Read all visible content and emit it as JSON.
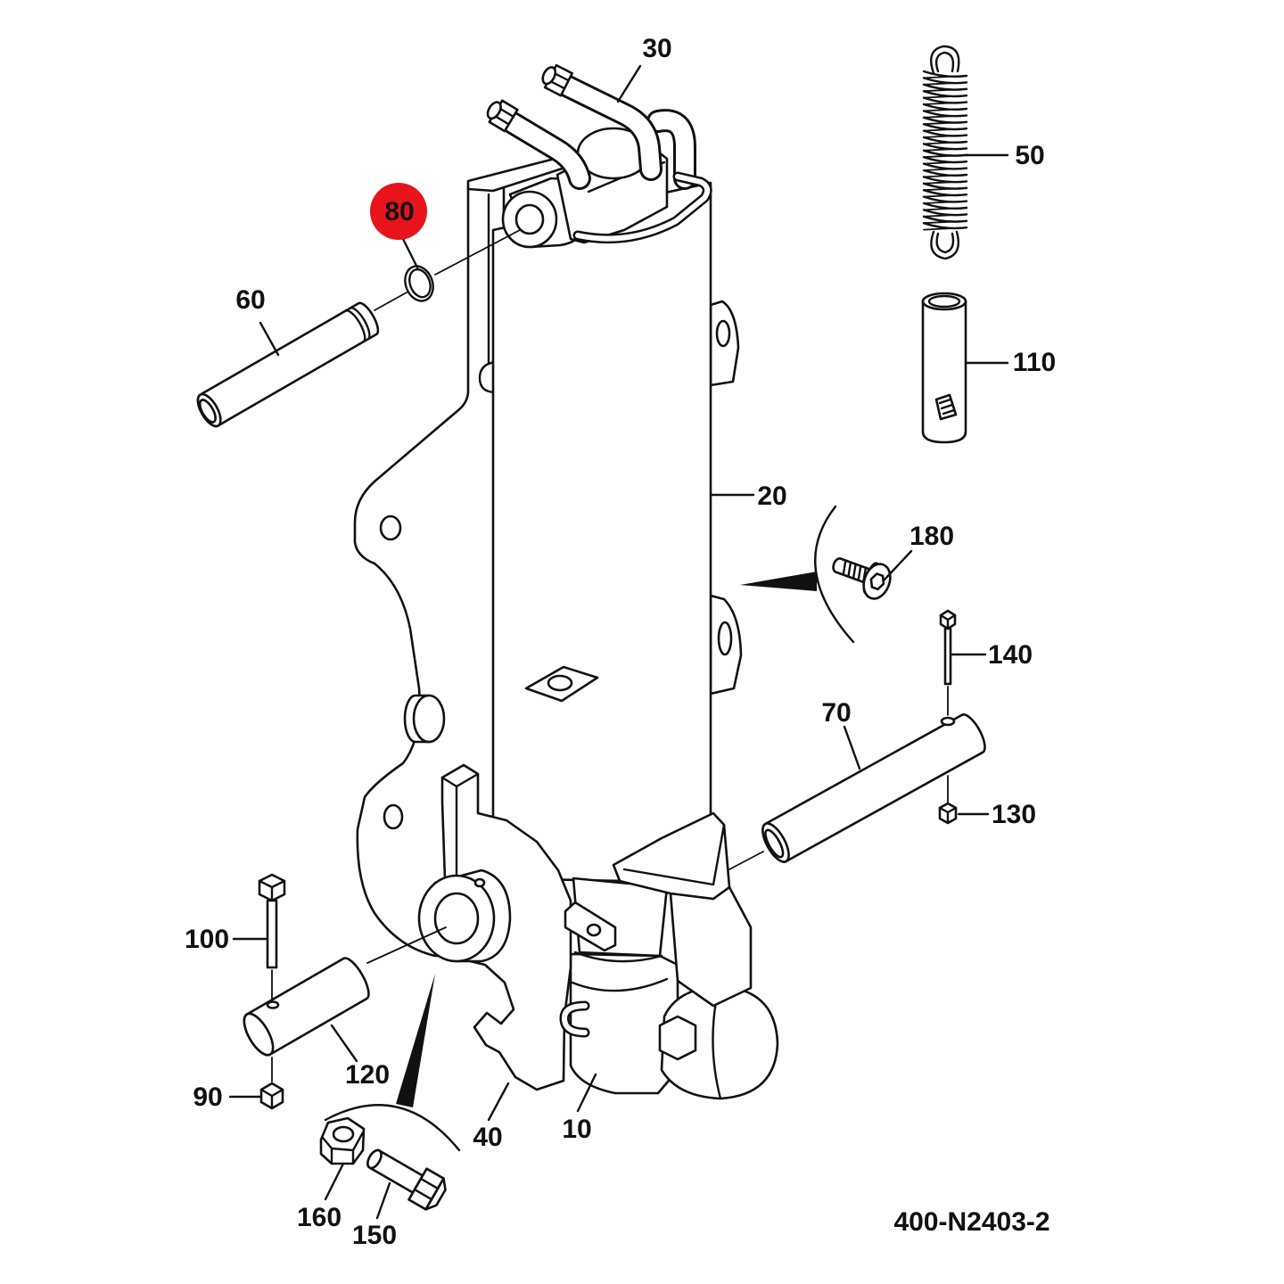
{
  "diagram": {
    "code": "400-N2403-2",
    "highlight_color": "#e8141b",
    "callouts": [
      {
        "label": "30"
      },
      {
        "label": "50"
      },
      {
        "label": "80",
        "highlighted": true
      },
      {
        "label": "60"
      },
      {
        "label": "110"
      },
      {
        "label": "20"
      },
      {
        "label": "180"
      },
      {
        "label": "140"
      },
      {
        "label": "70"
      },
      {
        "label": "130"
      },
      {
        "label": "100"
      },
      {
        "label": "120"
      },
      {
        "label": "90"
      },
      {
        "label": "40"
      },
      {
        "label": "10"
      },
      {
        "label": "160"
      },
      {
        "label": "150"
      }
    ]
  }
}
